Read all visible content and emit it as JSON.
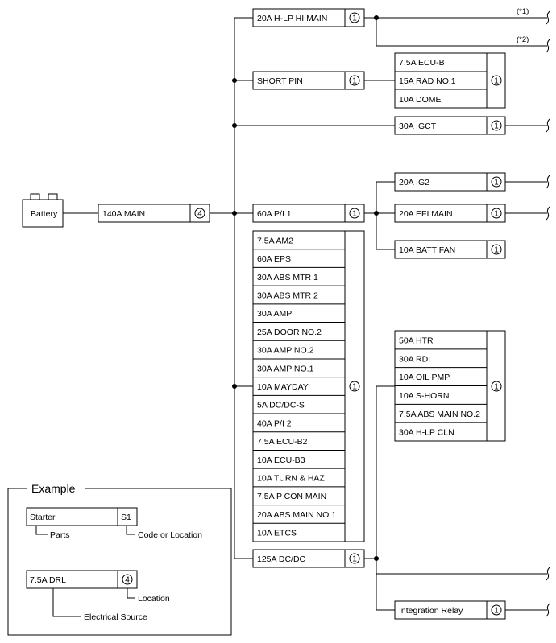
{
  "colors": {
    "line": "#000000",
    "background": "#ffffff"
  },
  "battery": {
    "label": "Battery"
  },
  "main_fuse": {
    "label": "140A MAIN",
    "location": "4"
  },
  "h_lp_hi_main": {
    "label": "20A H-LP HI MAIN",
    "location": "1",
    "note1": "(*1)",
    "note2": "(*2)"
  },
  "short_pin": {
    "label": "SHORT PIN",
    "location": "1",
    "group_location": "1",
    "group": [
      "7.5A ECU-B",
      "15A RAD NO.1",
      "10A DOME"
    ]
  },
  "igct": {
    "label": "30A IGCT",
    "location": "1"
  },
  "pi1": {
    "label": "60A P/I 1",
    "location": "1"
  },
  "pi1_branches": [
    {
      "label": "20A IG2",
      "location": "1"
    },
    {
      "label": "20A EFI MAIN",
      "location": "1"
    },
    {
      "label": "10A BATT FAN",
      "location": "1"
    }
  ],
  "big_group": {
    "location": "1",
    "items": [
      "7.5A AM2",
      "60A EPS",
      "30A ABS MTR 1",
      "30A ABS MTR 2",
      "30A AMP",
      "25A DOOR NO.2",
      "30A AMP NO.2",
      "30A AMP NO.1",
      "10A MAYDAY",
      "5A DC/DC-S",
      "40A P/I 2",
      "7.5A ECU-B2",
      "10A ECU-B3",
      "10A TURN & HAZ",
      "7.5A P CON MAIN",
      "20A ABS MAIN NO.1",
      "10A ETCS"
    ]
  },
  "dcdc": {
    "label": "125A DC/DC",
    "location": "1"
  },
  "dcdc_group": {
    "location": "1",
    "items": [
      "50A HTR",
      "30A RDI",
      "10A OIL PMP",
      "10A S-HORN",
      "7.5A ABS MAIN NO.2",
      "30A H-LP CLN"
    ]
  },
  "integration_relay": {
    "label": "Integration Relay",
    "location": "1"
  },
  "example": {
    "title": "Example",
    "part_label": "Starter",
    "part_code": "S1",
    "parts_caption": "Parts",
    "code_caption": "Code or Location",
    "source_label": "7.5A DRL",
    "source_location": "4",
    "location_caption": "Location",
    "source_caption": "Electrical Source"
  }
}
